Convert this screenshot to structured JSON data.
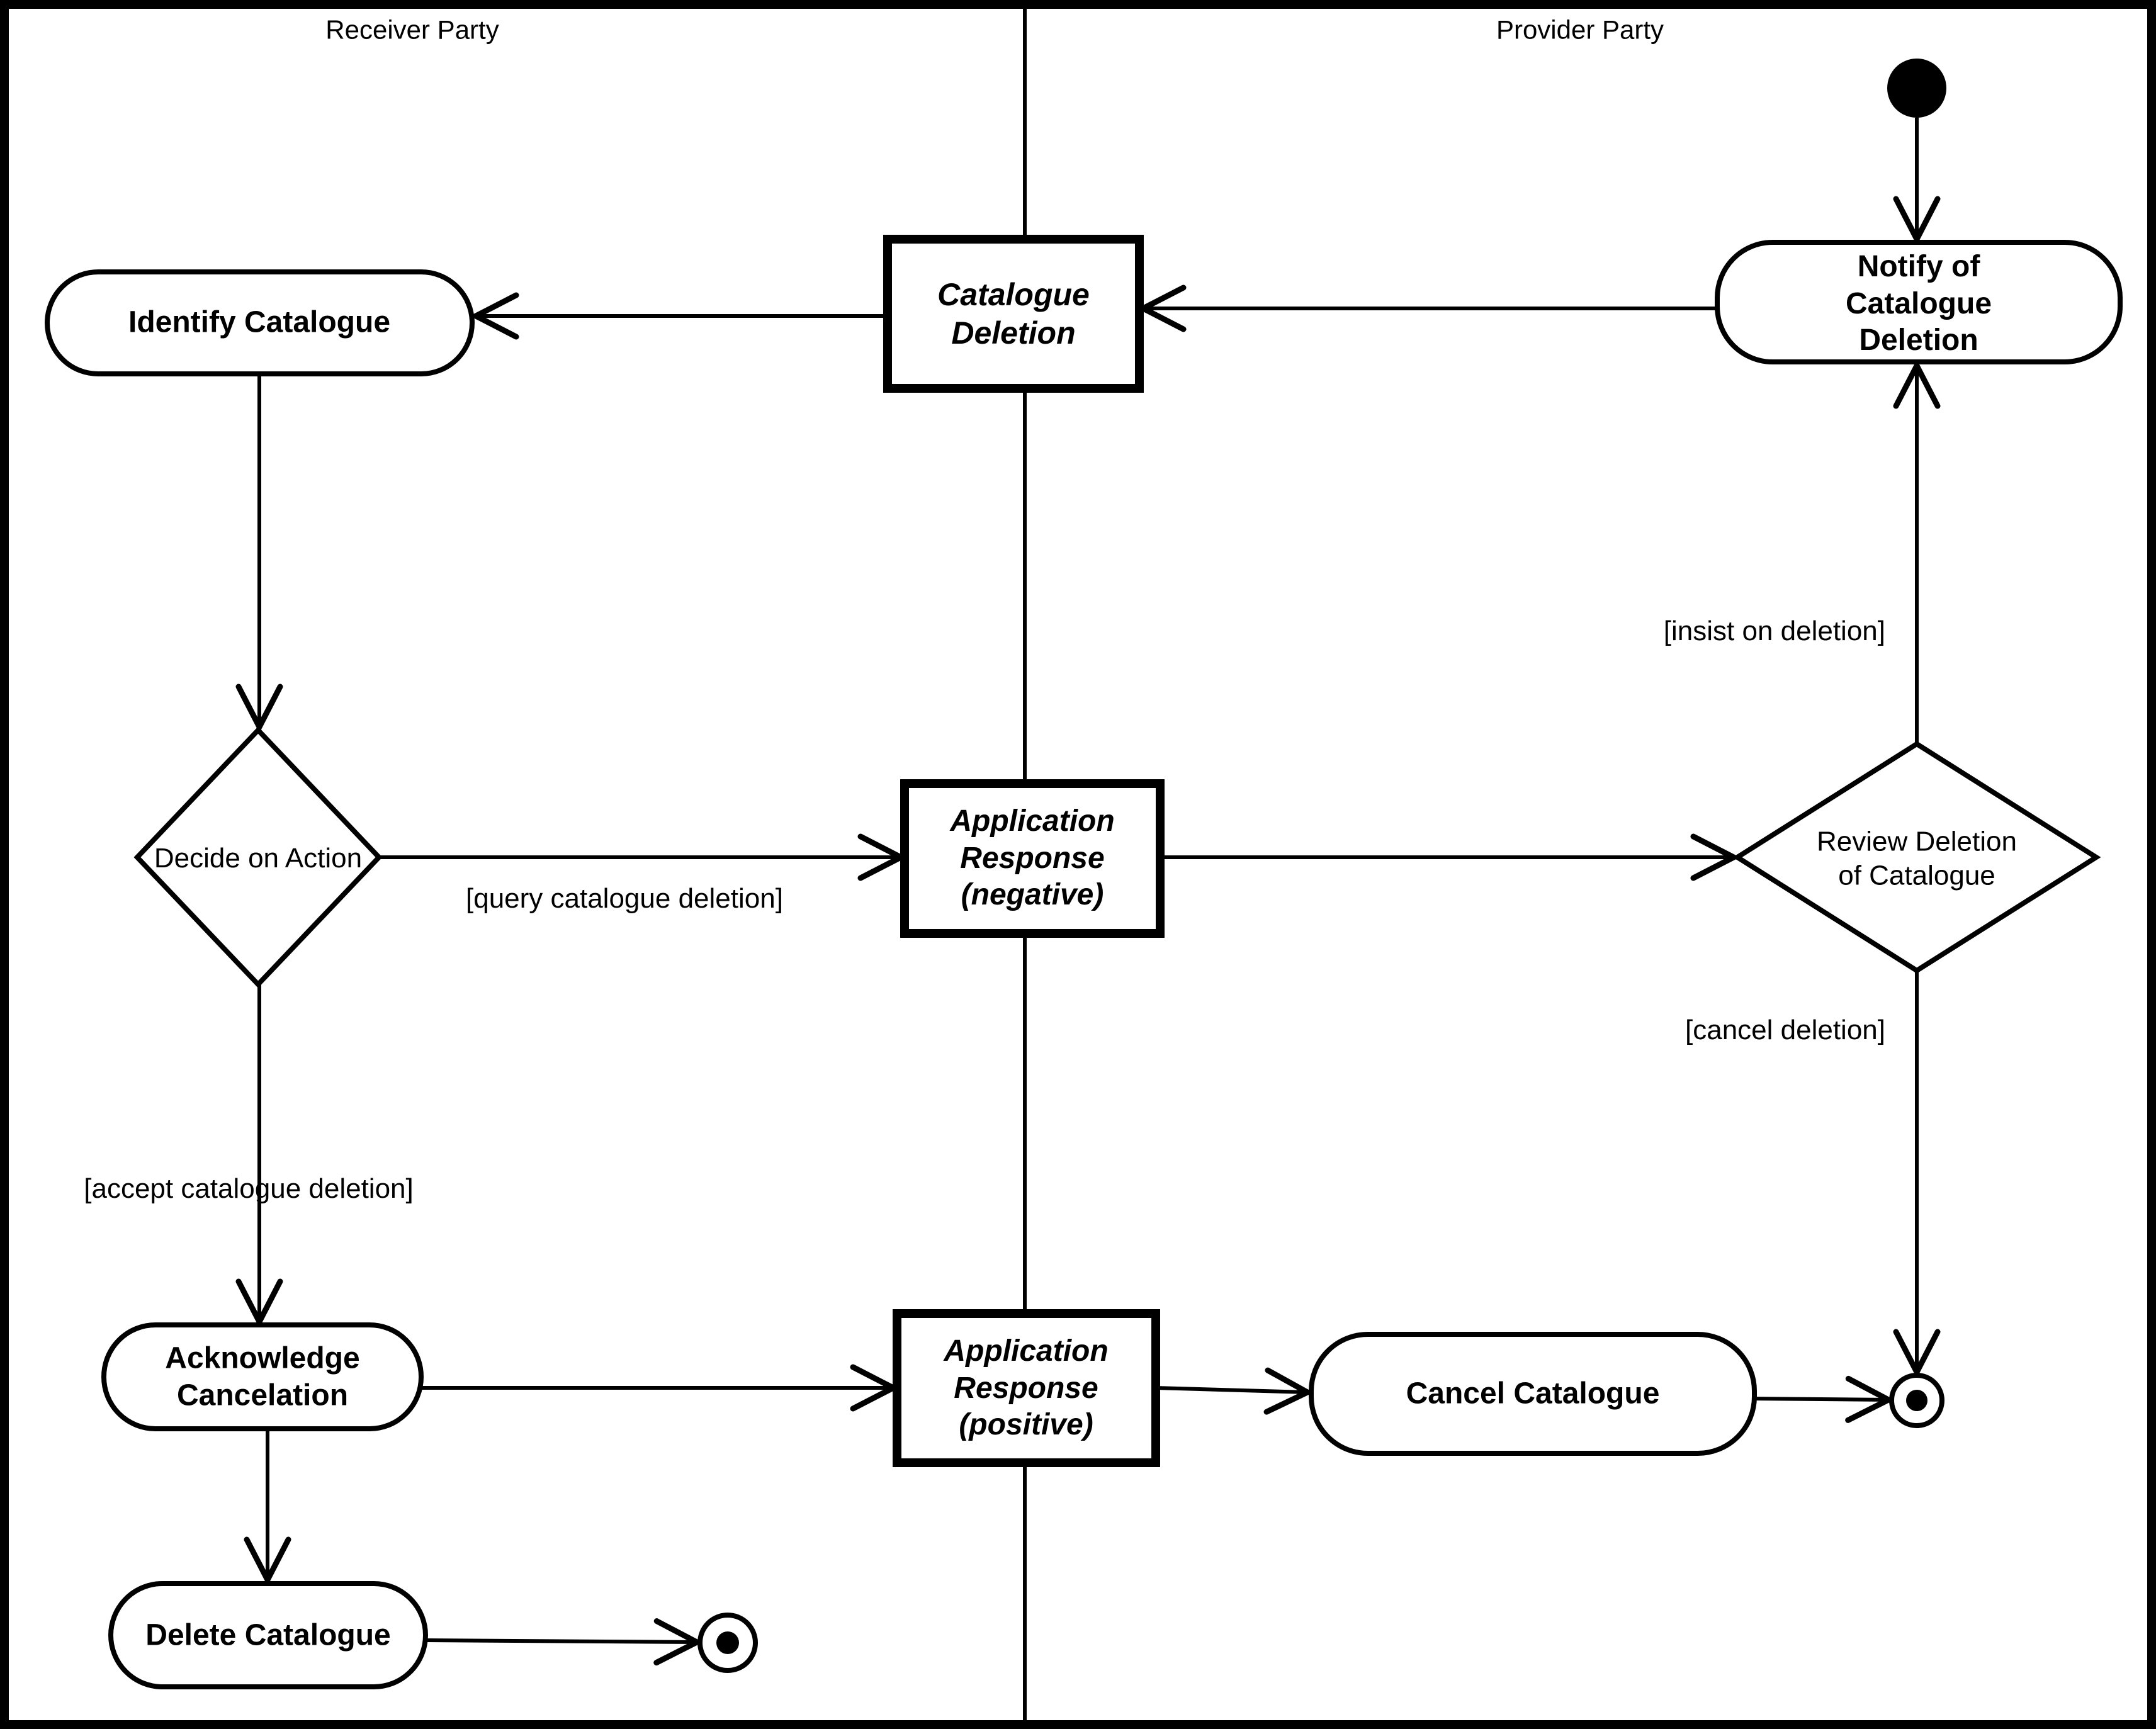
{
  "diagram": {
    "type": "uml-activity-swimlane",
    "colors": {
      "ink": "#000000",
      "background": "#ffffff"
    },
    "lanes": {
      "receiver": "Receiver Party",
      "provider": "Provider Party"
    },
    "nodes": {
      "identify": "Identify Catalogue",
      "decide": "Decide on Action",
      "acknowledge": "Acknowledge\nCancelation",
      "delete": "Delete Catalogue",
      "cancel": "Cancel Catalogue",
      "notify": "Notify of Catalogue\nDeletion",
      "review": "Review Deletion\nof Catalogue",
      "catalogue_deletion": "Catalogue\nDeletion",
      "response_negative": "Application\nResponse\n(negative)",
      "response_positive": "Application\nResponse\n(positive)"
    },
    "guards": {
      "query": "[query catalogue deletion]",
      "accept": "[accept catalogue deletion]",
      "insist": "[insist on deletion]",
      "cancel": "[cancel deletion]"
    }
  }
}
